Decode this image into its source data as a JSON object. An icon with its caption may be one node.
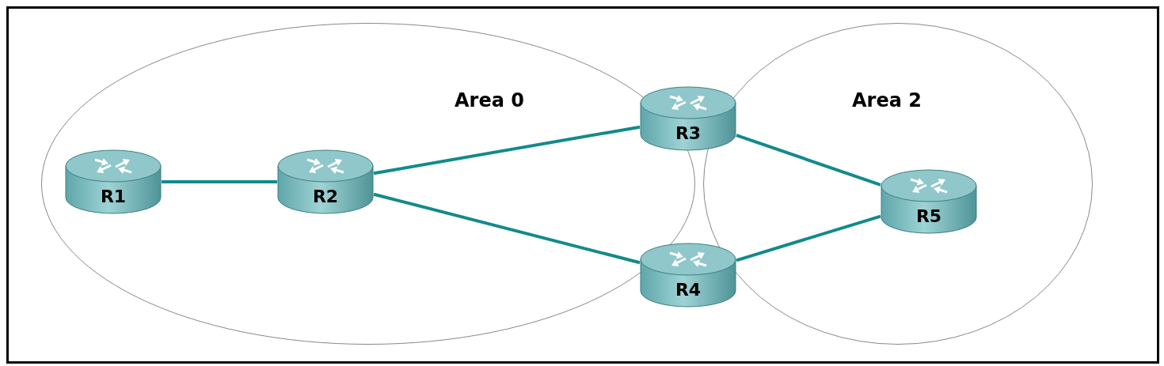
{
  "diagram": {
    "nodes": [
      {
        "text": [
          "Area 0"
        ]
      },
      {
        "text": [
          "Area 2"
        ]
      },
      {
        "text": [
          "R1"
        ],
        "in": 0
      },
      {
        "text": [
          "R2"
        ],
        "in": 0
      },
      {
        "text": [
          "R3"
        ]
      },
      {
        "text": [
          "R4"
        ]
      },
      {
        "text": [
          "R5"
        ],
        "in": 1
      }
    ],
    "edges": [
      {
        "from": 2,
        "to": 3,
        "arrow": "none"
      },
      {
        "from": 3,
        "to": 4,
        "arrow": "none"
      },
      {
        "from": 3,
        "to": 5,
        "arrow": "none"
      },
      {
        "from": 4,
        "to": 6,
        "arrow": "none"
      },
      {
        "from": 5,
        "to": 6,
        "arrow": "none"
      }
    ]
  }
}
